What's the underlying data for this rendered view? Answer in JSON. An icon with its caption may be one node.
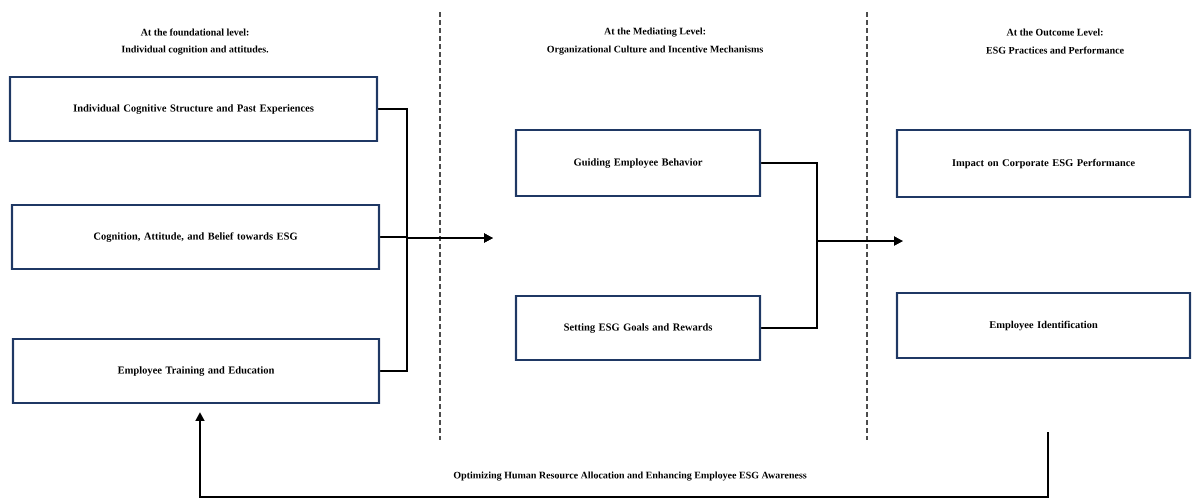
{
  "diagram": {
    "nodes": [
      {
        "text": [
          "Individual Cognitive Structure and Past Experiences"
        ]
      },
      {
        "text": [
          "Cognition, Attitude, and Belief towards ESG"
        ]
      },
      {
        "text": [
          "Employee Training and Education"
        ]
      },
      {
        "text": [
          "Guiding Employee Behavior"
        ]
      },
      {
        "text": [
          "Setting ESG Goals and Rewards"
        ]
      },
      {
        "text": [
          "Impact on Corporate ESG Performance"
        ]
      },
      {
        "text": [
          "Employee Identification"
        ]
      }
    ],
    "edges": [
      {
        "from": 0,
        "to": null,
        "arrow": "to"
      },
      {
        "from": 1,
        "to": null,
        "arrow": "to"
      },
      {
        "from": 2,
        "to": null,
        "arrow": "to"
      },
      {
        "from": 3,
        "to": null,
        "arrow": "to"
      },
      {
        "from": 4,
        "to": null,
        "arrow": "to"
      },
      {
        "from": null,
        "to": 2,
        "arrow": "to",
        "label": "Optimizing Human Resource Allocation and Enhancing Employee ESG Awareness"
      }
    ],
    "labels": [
      "At the foundational level:",
      "Individual cognition and attitudes.",
      "At the Mediating Level:",
      "Organizational Culture and Incentive Mechanisms",
      "At the Outcome Level:",
      "ESG Practices and Performance"
    ]
  }
}
